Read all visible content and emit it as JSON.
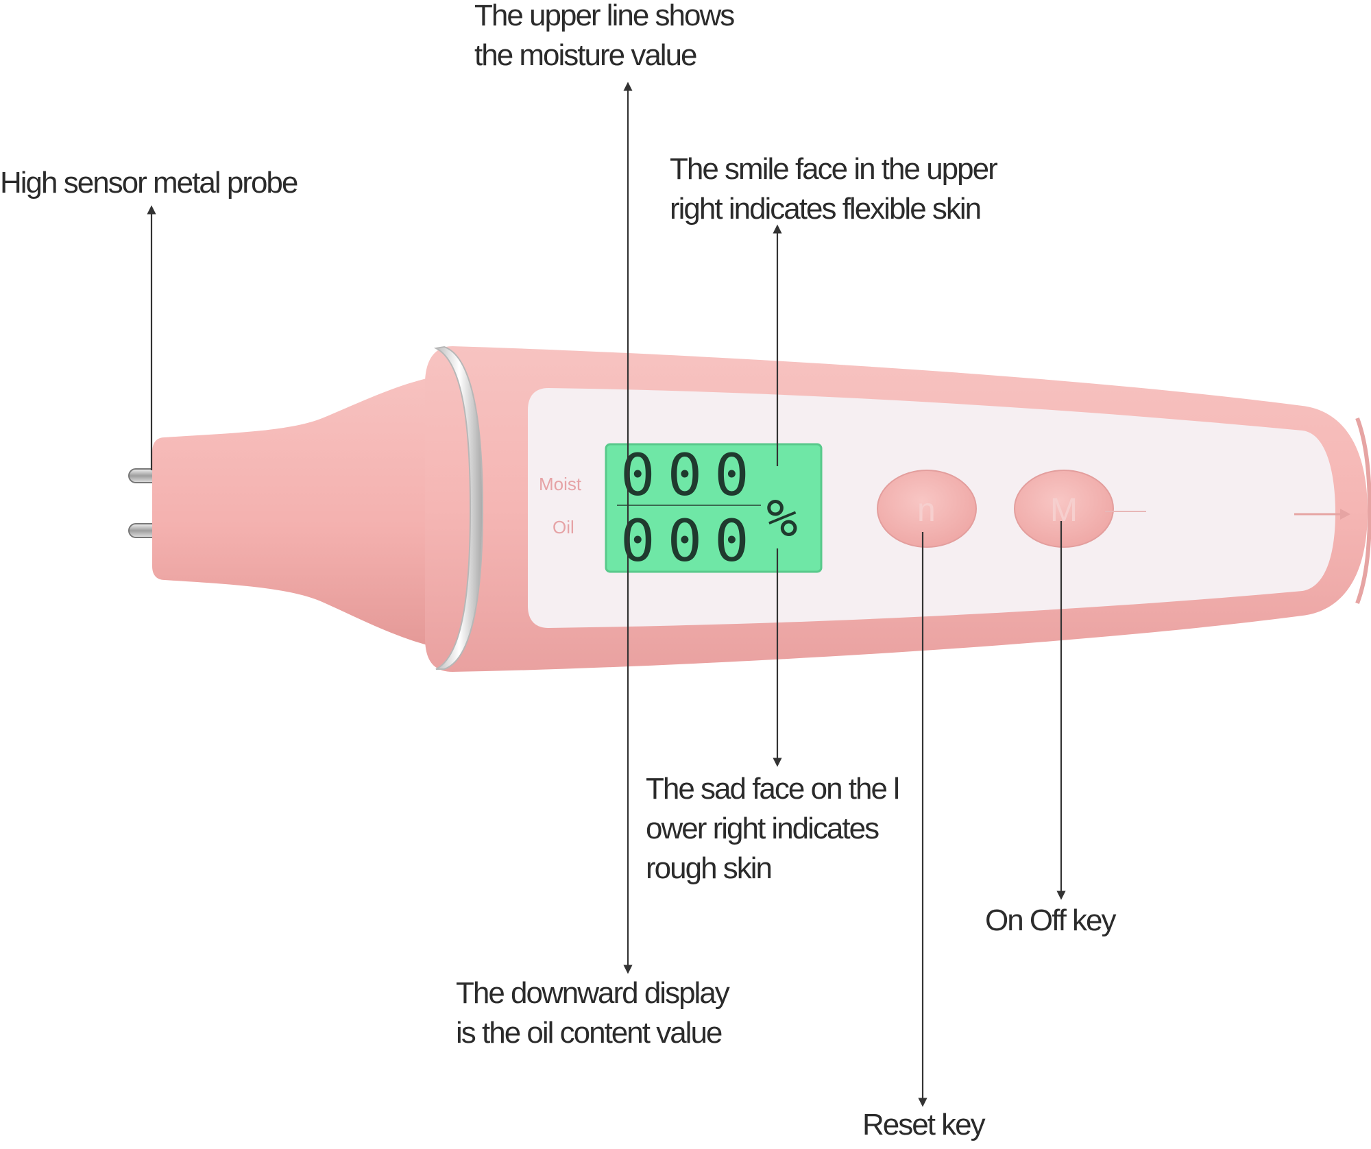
{
  "annotations": {
    "probe": {
      "lines": [
        "High sensor metal probe"
      ]
    },
    "moisture": {
      "lines": [
        "The upper line shows",
        "the moisture value"
      ]
    },
    "smile": {
      "lines": [
        "The smile face in the upper",
        "right indicates flexible skin"
      ]
    },
    "sad": {
      "lines": [
        "The sad face on the l",
        "ower right indicates",
        "rough skin"
      ]
    },
    "onoff": {
      "lines": [
        "On Off key"
      ]
    },
    "oil": {
      "lines": [
        "The downward display",
        "is the oil content value"
      ]
    },
    "reset": {
      "lines": [
        "Reset key"
      ]
    }
  },
  "device": {
    "lcd": {
      "moist_label": "Moist",
      "oil_label": "Oil",
      "moist_value": "000",
      "oil_value": "000",
      "unit": "%"
    },
    "colors": {
      "body": "#f4b3b1",
      "body_shade": "#e99d9c",
      "panel": "#f6eff2",
      "lcd": "#6fe7a6",
      "lcd_digit": "#1f3a2e",
      "label_pink": "#e6a3a6",
      "ring": "#d9d9d9"
    }
  }
}
